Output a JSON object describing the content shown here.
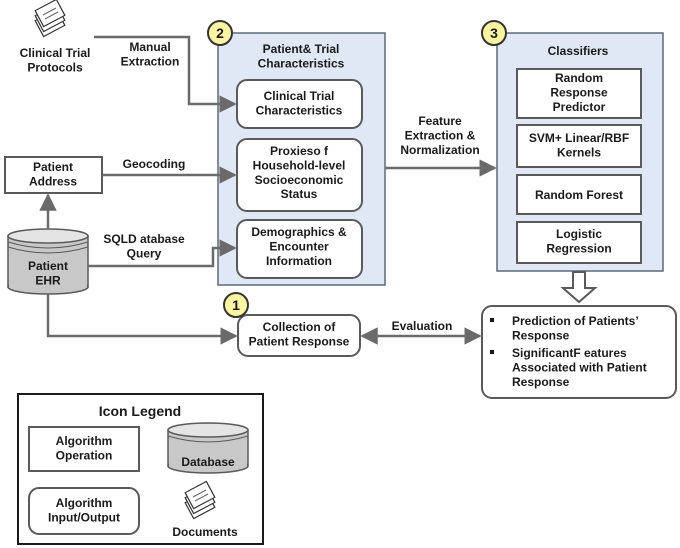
{
  "colors": {
    "panel_fill": "#dfe8f4",
    "panel_stroke": "#5d6a78",
    "box_stroke": "#5a5a5a",
    "badge_fill": "#fbf4a0",
    "line": "#6a6a6a",
    "db_fill": "#c8c8c8"
  },
  "badges": {
    "one": "1",
    "two": "2",
    "three": "3"
  },
  "inputs": {
    "protocols": [
      "Clinical Trial",
      "Protocols"
    ],
    "address": [
      "Patient",
      "Address"
    ],
    "ehr": [
      "Patient",
      "EHR"
    ]
  },
  "edges": {
    "manual": [
      "Manual",
      "Extraction"
    ],
    "geocoding": [
      "Geocoding"
    ],
    "sql": [
      "SQLD atabase",
      "Query"
    ],
    "feature": [
      "Feature",
      "Extraction &",
      "Normalization"
    ],
    "evaluation": [
      "Evaluation"
    ]
  },
  "characteristics": {
    "title": [
      "Patient&  Trial",
      "Characteristics"
    ],
    "trial": [
      "Clinical Trial",
      "Characteristics"
    ],
    "ses": [
      "Proxieso f",
      "Household-level",
      "Socioeconomic",
      "Status"
    ],
    "demo": [
      "Demographics &",
      "Encounter",
      "Information"
    ]
  },
  "classifiers": {
    "title": [
      "Classifiers"
    ],
    "random_response": [
      "Random",
      "Response",
      "Predictor"
    ],
    "svm": [
      "SVM+  Linear/RBF",
      "Kernels"
    ],
    "forest": [
      "Random Forest"
    ],
    "logistic": [
      "Logistic",
      "Regression"
    ]
  },
  "collection": [
    "Collection  of",
    "Patient Response"
  ],
  "outputs": {
    "prediction": [
      "Prediction of Patients’",
      "Response"
    ],
    "features": [
      "SignificantF eatures",
      "Associated with Patient",
      "Response"
    ]
  },
  "legend": {
    "title": [
      "Icon Legend"
    ],
    "operation": [
      "Algorithm",
      "Operation"
    ],
    "database": [
      "Database"
    ],
    "io": [
      "Algorithm",
      "Input/Output"
    ],
    "documents": [
      "Documents"
    ]
  }
}
